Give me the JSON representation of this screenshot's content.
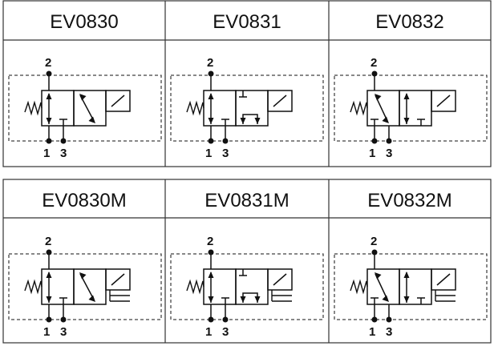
{
  "rows": [
    {
      "cells": [
        {
          "model": "EV0830",
          "variant": "no",
          "manual": false
        },
        {
          "model": "EV0831",
          "variant": "nc",
          "manual": false
        },
        {
          "model": "EV0832",
          "variant": "div",
          "manual": false
        }
      ]
    },
    {
      "cells": [
        {
          "model": "EV0830M",
          "variant": "no",
          "manual": true
        },
        {
          "model": "EV0831M",
          "variant": "nc",
          "manual": true
        },
        {
          "model": "EV0832M",
          "variant": "div",
          "manual": true
        }
      ]
    }
  ],
  "ports": {
    "top": "2",
    "bottom_left": "1",
    "bottom_right": "3"
  },
  "colors": {
    "line": "#111111",
    "frame": "#333333"
  }
}
